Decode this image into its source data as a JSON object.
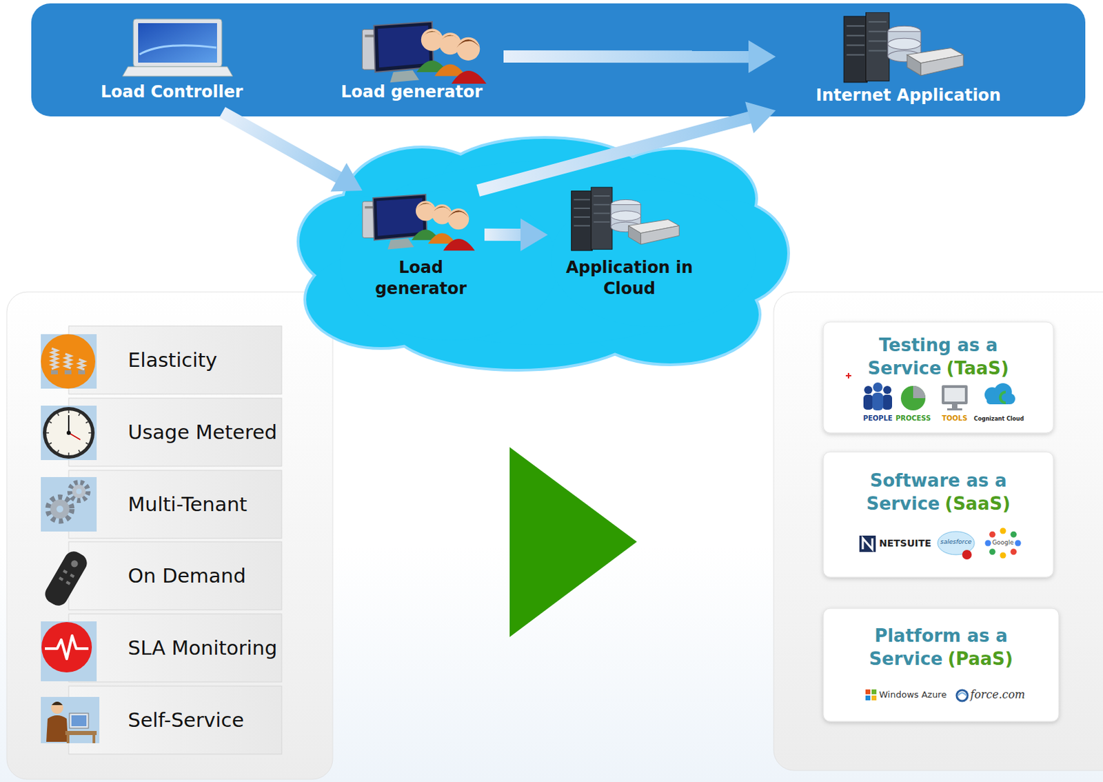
{
  "diagram": {
    "nodes": [
      {
        "text": [
          "Load Controller"
        ]
      },
      {
        "text": [
          "Load generator"
        ]
      },
      {
        "text": [
          "Internet Application"
        ]
      },
      {
        "text": [
          "Load generator"
        ]
      },
      {
        "text": [
          "Application in Cloud"
        ]
      },
      {
        "text": [
          "Elasticity"
        ]
      },
      {
        "text": [
          "Usage Metered"
        ]
      },
      {
        "text": [
          "Multi-Tenant"
        ]
      },
      {
        "text": [
          "On Demand"
        ]
      },
      {
        "text": [
          "SLA Monitoring"
        ]
      },
      {
        "text": [
          "Self-Service"
        ]
      },
      {
        "text": [
          "Testing as a Service",
          "(TaaS)",
          "PEOPLE",
          "PROCESS",
          "TOOLS",
          "Cognizant Cloud"
        ]
      },
      {
        "text": [
          "Software as a Service",
          "(SaaS)",
          "NETSUITE",
          "salesforce",
          "Google"
        ]
      },
      {
        "text": [
          "Platform as a Service",
          "(PaaS)",
          "Windows Azure",
          "force.com"
        ]
      }
    ],
    "edges": [
      {
        "from": 1,
        "to": 2,
        "arrow": "to"
      },
      {
        "from": 0,
        "to": 3,
        "arrow": "to"
      },
      {
        "from": 3,
        "to": 2,
        "arrow": "to"
      },
      {
        "from": 3,
        "to": 4,
        "arrow": "to"
      }
    ]
  }
}
